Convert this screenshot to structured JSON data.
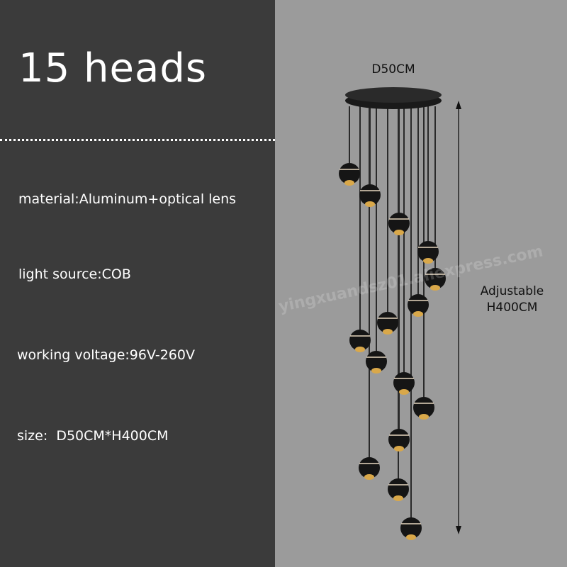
{
  "title": "15 heads",
  "specs": [
    "material:Aluminum+optical lens",
    "light source:COB",
    "working voltage:96V-260V",
    "size:  D50CM*H400CM"
  ],
  "diameter_label": "D50CM",
  "height_label_1": "Adjustable",
  "height_label_2": "H400CM",
  "watermark": "yingxuandsz01.aliexpress.com",
  "head_count": 15,
  "colors": {
    "left_panel": "#3b3b3b",
    "background": "#9b9b9b",
    "fixture": "#151515"
  }
}
